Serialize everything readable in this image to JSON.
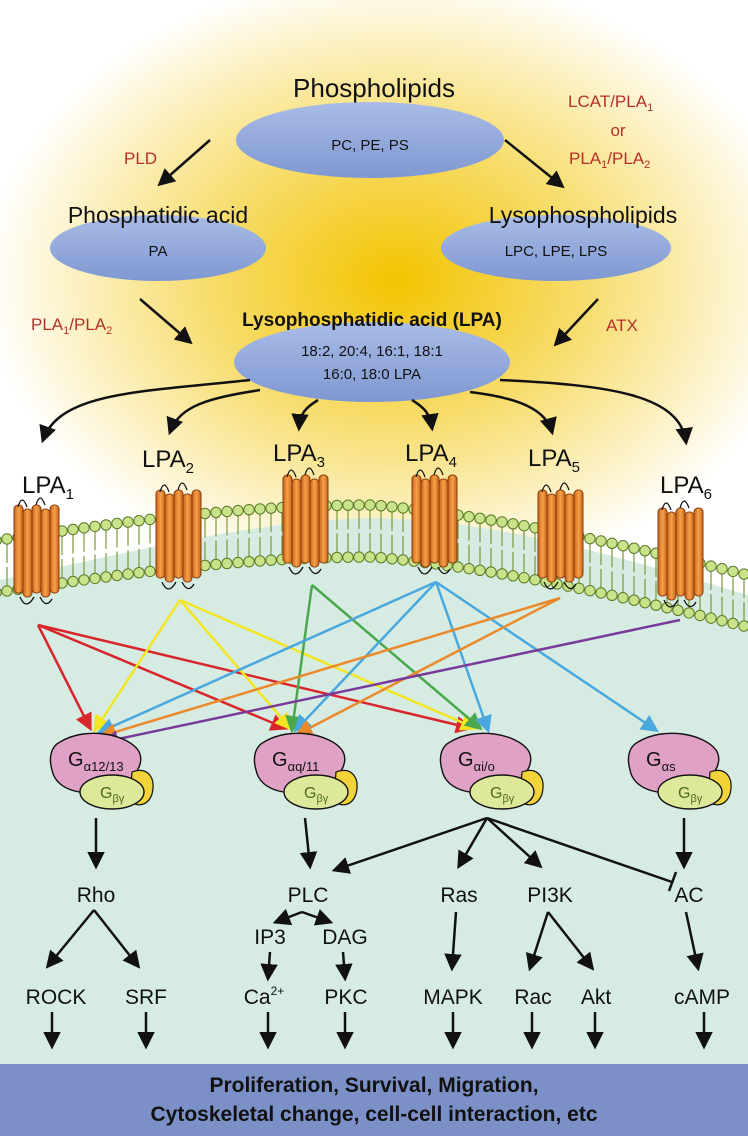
{
  "sources": {
    "phospholipids": {
      "title": "Phospholipids",
      "sub": "PC, PE, PS"
    },
    "phosphatidic_acid": {
      "title": "Phosphatidic acid",
      "sub": "PA"
    },
    "lysophospholipids": {
      "title": "Lysophospholipids",
      "sub": "LPC, LPE, LPS"
    },
    "lpa": {
      "title": "Lysophosphatidic acid (LPA)",
      "sub1": "18:2, 20:4, 16:1, 18:1",
      "sub2": "16:0, 18:0 LPA"
    }
  },
  "enzymes": {
    "pld": "PLD",
    "lcat_line1": "LCAT/PLA",
    "lcat_line1_sub": "1",
    "lcat_or": "or",
    "lcat_line3_a": "PLA",
    "lcat_line3_a_sub": "1",
    "lcat_line3_b": "/PLA",
    "lcat_line3_b_sub": "2",
    "pla_a": "PLA",
    "pla_a_sub": "1",
    "pla_b": "/PLA",
    "pla_b_sub": "2",
    "atx": "ATX"
  },
  "receptors": [
    {
      "base": "LPA",
      "sub": "1"
    },
    {
      "base": "LPA",
      "sub": "2"
    },
    {
      "base": "LPA",
      "sub": "3"
    },
    {
      "base": "LPA",
      "sub": "4"
    },
    {
      "base": "LPA",
      "sub": "5"
    },
    {
      "base": "LPA",
      "sub": "6"
    }
  ],
  "gproteins": [
    {
      "alpha": "G",
      "alpha_sub": "α12/13",
      "beta": "G",
      "beta_sub": "βγ"
    },
    {
      "alpha": "G",
      "alpha_sub": "αq/11",
      "beta": "G",
      "beta_sub": "βγ"
    },
    {
      "alpha": "G",
      "alpha_sub": "αi/o",
      "beta": "G",
      "beta_sub": "βγ"
    },
    {
      "alpha": "G",
      "alpha_sub": "αs",
      "beta": "G",
      "beta_sub": "βγ"
    }
  ],
  "effectors": {
    "rho": "Rho",
    "plc": "PLC",
    "ras": "Ras",
    "pi3k": "PI3K",
    "ac": "AC",
    "ip3": "IP3",
    "dag": "DAG",
    "rock": "ROCK",
    "srf": "SRF",
    "ca": "Ca",
    "ca_sup": "2+",
    "pkc": "PKC",
    "mapk": "MAPK",
    "rac": "Rac",
    "akt": "Akt",
    "camp": "cAMP"
  },
  "outcome": {
    "line1": "Proliferation, Survival, Migration,",
    "line2": "Cytoskeletal change, cell-cell interaction, etc"
  },
  "colors": {
    "enzyme_text": "#b5302a",
    "ellipse": "#8fa6d8",
    "cell": "#d6ece2",
    "bottom_bar": "#7b90c7",
    "g_alpha": "#e0a1c6",
    "g_beta": "#dde89a",
    "receptor": "#e8852f",
    "lpa1": "#d9262c",
    "lpa2": "#f2e522",
    "lpa3": "#4aa84c",
    "lpa4": "#4aa8de",
    "lpa5": "#ec8a2b",
    "lpa6": "#7a3a99"
  }
}
